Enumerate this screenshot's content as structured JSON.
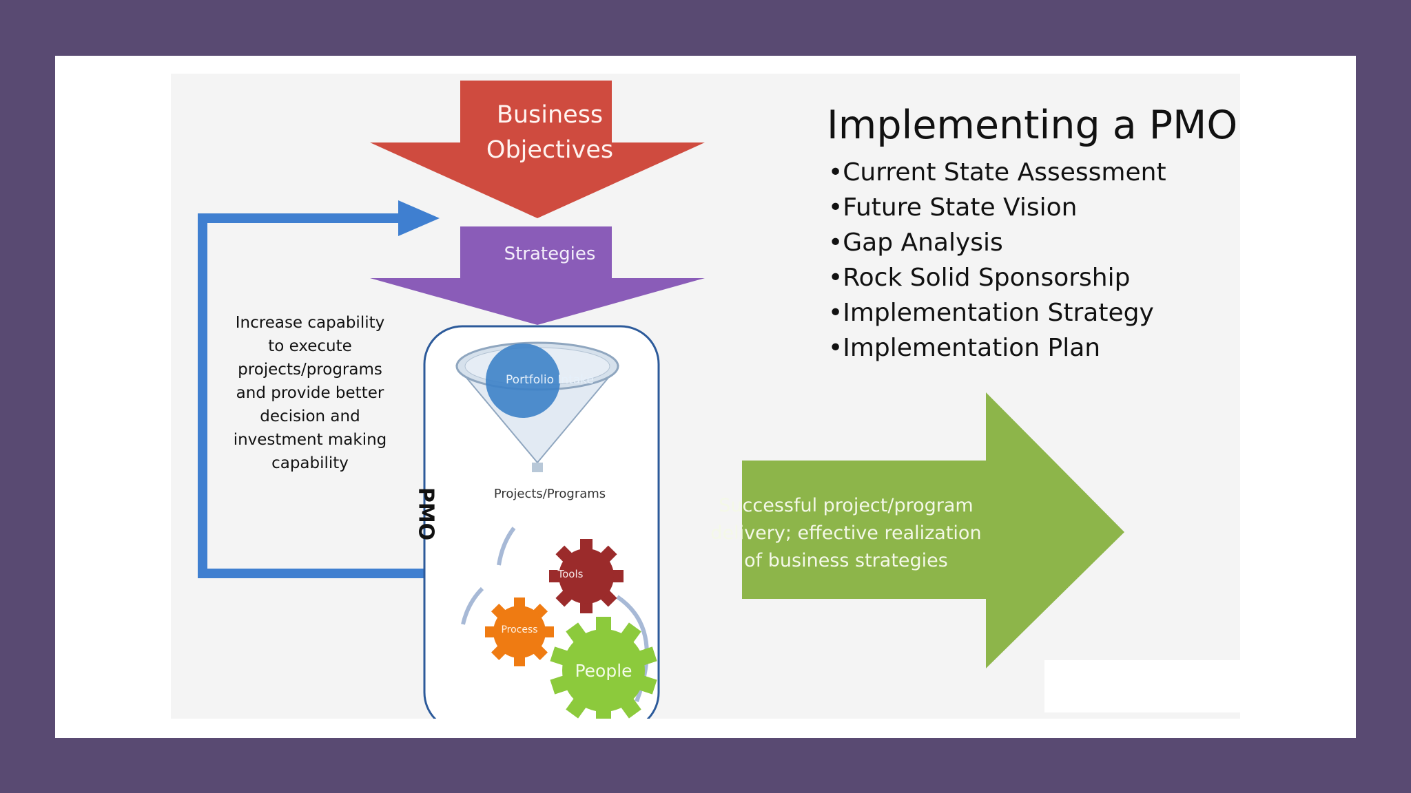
{
  "title": "Implementing a PMO",
  "bullets": [
    "Current State Assessment",
    "Future State Vision",
    "Gap Analysis",
    "Rock Solid Sponsorship",
    "Implementation Strategy",
    "Implementation Plan"
  ],
  "diagram": {
    "business_objectives": "Business Objectives",
    "strategies": "Strategies",
    "feedback_note": "Increase capability to execute projects/programs and provide better decision and investment making capability",
    "pmo": "PMO",
    "funnel": "Portfolio Intake",
    "projects_programs": "Projects/Programs",
    "gears": {
      "tools": "Tools",
      "process": "Process",
      "people": "People"
    },
    "outcome": "Successful project/program delivery; effective realization of business strategies"
  },
  "colors": {
    "background": "#594a72",
    "business_objectives": "#cf4b3f",
    "strategies": "#8a5cb8",
    "feedback_arrow": "#3f7fd0",
    "outcome_arrow": "#8db54a",
    "tools_gear": "#9b2b2b",
    "process_gear": "#ef7b12",
    "people_gear": "#8cca3c",
    "portfolio_circle": "#3d82c8"
  }
}
